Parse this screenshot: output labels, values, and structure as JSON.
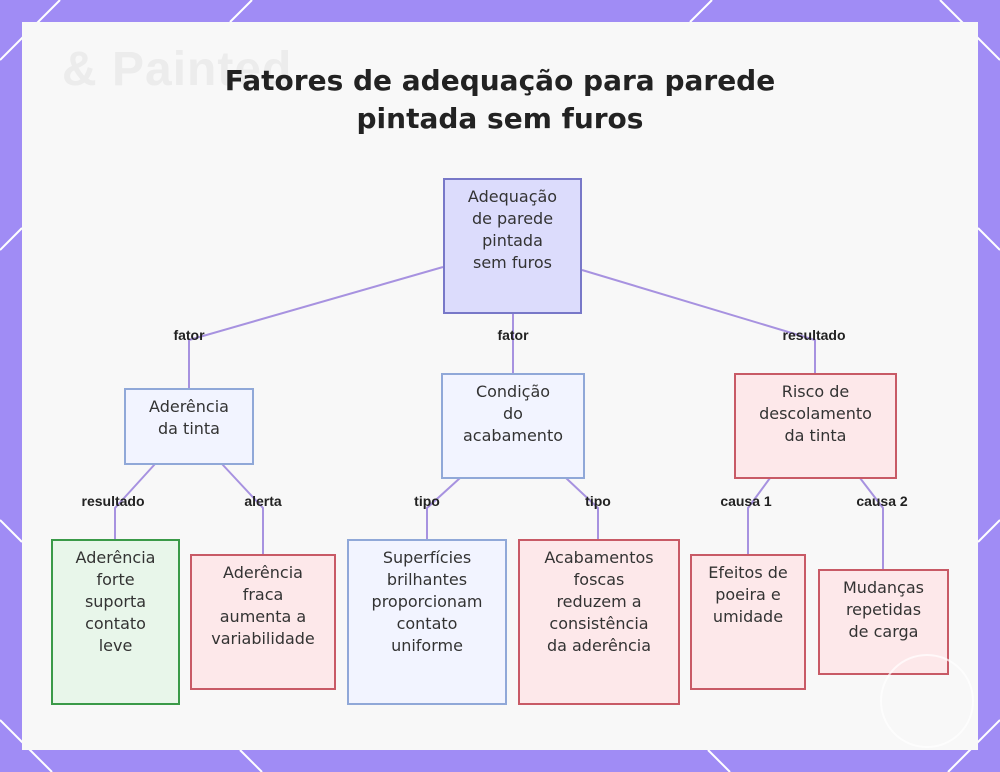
{
  "title": {
    "line1": "Fatores de adequação para parede",
    "line2": "pintada sem furos"
  },
  "background_text": "& Painted",
  "colors": {
    "frame": "#a08cf5",
    "edge": "#a792e0",
    "root_fill": "#dcdcfc",
    "root_border": "#7878c8",
    "factor_fill": "#f2f4ff",
    "factor_border": "#90a8d8",
    "risk_fill": "#fde8ea",
    "risk_border": "#c85a66",
    "positive_fill": "#e8f6ea",
    "positive_border": "#3a9a48"
  },
  "nodes": {
    "root": [
      "Adequação",
      "de parede",
      "pintada",
      "sem furos"
    ],
    "adhesion": [
      "Aderência",
      "da tinta"
    ],
    "finish": [
      "Condição",
      "do",
      "acabamento"
    ],
    "risk": [
      "Risco de",
      "descolamento",
      "da tinta"
    ],
    "strong": [
      "Aderência",
      "forte",
      "suporta",
      "contato",
      "leve"
    ],
    "weak": [
      "Aderência",
      "fraca",
      "aumenta a",
      "variabilidade"
    ],
    "glossy": [
      "Superfícies",
      "brilhantes",
      "proporcionam",
      "contato",
      "uniforme"
    ],
    "matte": [
      "Acabamentos",
      "foscas",
      "reduzem a",
      "consistência",
      "da aderência"
    ],
    "dust": [
      "Efeitos de",
      "poeira e",
      "umidade"
    ],
    "load": [
      "Mudanças",
      "repetidas",
      "de carga"
    ]
  },
  "edge_labels": {
    "root_adhesion": "fator",
    "root_finish": "fator",
    "root_risk": "resultado",
    "adhesion_strong": "resultado",
    "adhesion_weak": "alerta",
    "finish_glossy": "tipo",
    "finish_matte": "tipo",
    "risk_dust": "causa 1",
    "risk_load": "causa 2"
  }
}
